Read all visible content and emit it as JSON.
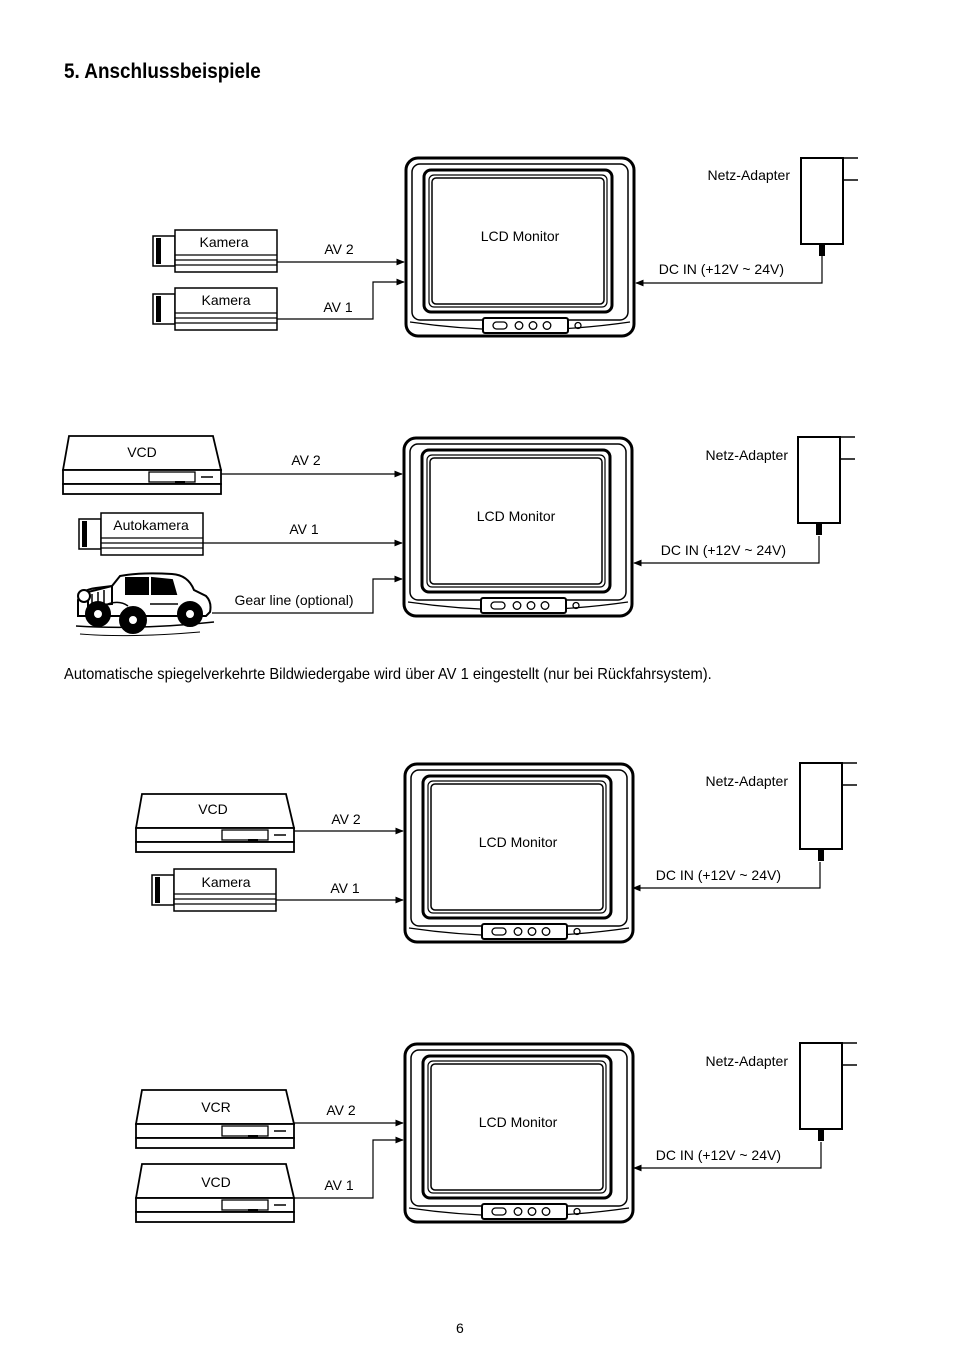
{
  "page": {
    "heading": "5.  Anschlussbeispiele",
    "note": "Automatische spiegelverkehrte Bildwiedergabe wird über AV 1 eingestellt (nur bei Rückfahrsystem).",
    "page_number": "6"
  },
  "diagram1": {
    "source_top": "Kamera",
    "source_bottom": "Kamera",
    "line_top": "AV 2",
    "line_bottom": "AV 1",
    "monitor": "LCD Monitor",
    "adapter": "Netz-Adapter",
    "dc_in": "DC IN (+12V ~ 24V)"
  },
  "diagram2": {
    "source_top": "VCD",
    "source_middle": "Autokamera",
    "line_top": "AV 2",
    "line_middle": "AV 1",
    "line_bottom": "Gear line (optional)",
    "monitor": "LCD Monitor",
    "adapter": "Netz-Adapter",
    "dc_in": "DC IN (+12V ~ 24V)"
  },
  "diagram3": {
    "source_top": "VCD",
    "source_bottom": "Kamera",
    "line_top": "AV 2",
    "line_bottom": "AV 1",
    "monitor": "LCD Monitor",
    "adapter": "Netz-Adapter",
    "dc_in": "DC IN (+12V ~ 24V)"
  },
  "diagram4": {
    "source_top": "VCR",
    "source_bottom": "VCD",
    "line_top": "AV 2",
    "line_bottom": "AV 1",
    "monitor": "LCD Monitor",
    "adapter": "Netz-Adapter",
    "dc_in": "DC IN (+12V ~ 24V)"
  }
}
